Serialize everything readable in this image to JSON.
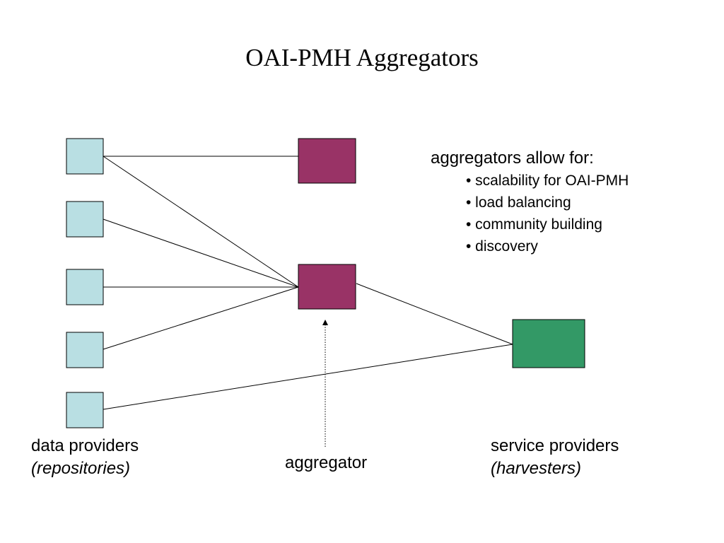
{
  "title": "OAI-PMH Aggregators",
  "info": {
    "heading": "aggregators allow for:",
    "items": [
      "• scalability for OAI-PMH",
      "• load balancing",
      "• community building",
      "• discovery"
    ]
  },
  "labels": {
    "data_providers": "data providers",
    "data_providers_sub": "(repositories)",
    "aggregator": "aggregator",
    "service_providers": "service providers",
    "service_providers_sub": "(harvesters)"
  },
  "colors": {
    "data_provider": "#b9dfe3",
    "aggregator": "#993366",
    "service_provider": "#339966",
    "line": "#000000"
  }
}
